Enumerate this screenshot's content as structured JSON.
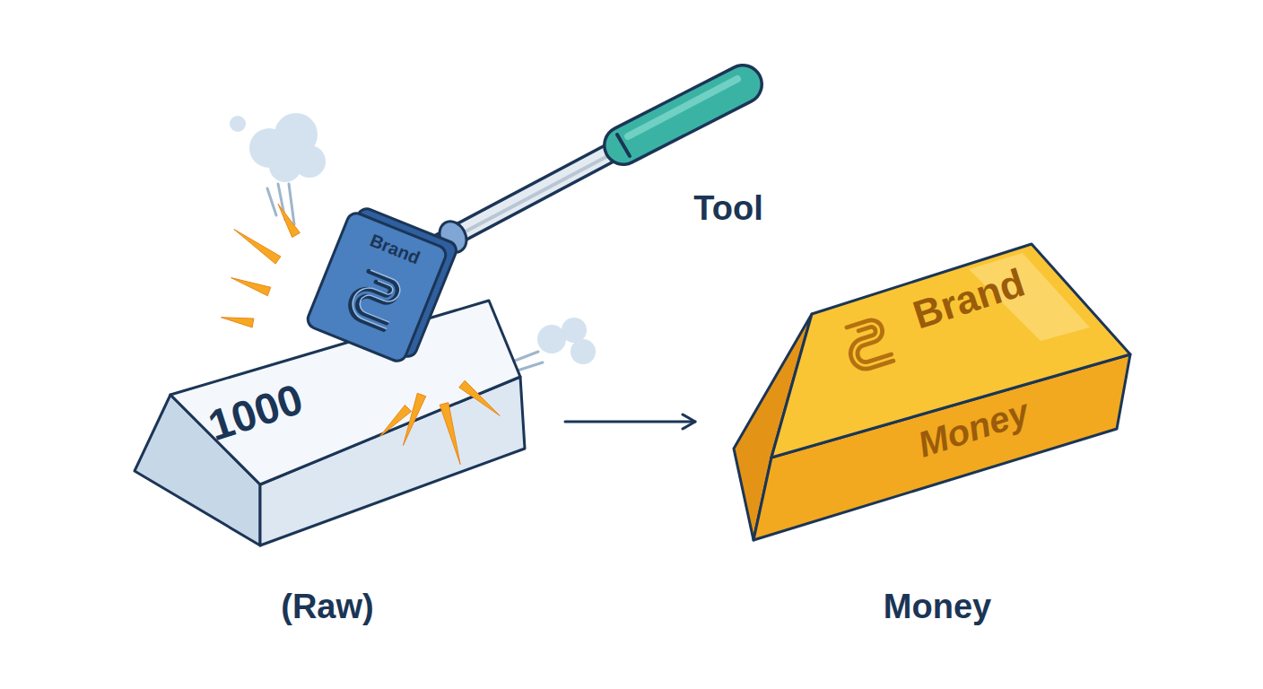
{
  "diagram": {
    "nodes": [
      {
        "text": [
          "1000"
        ]
      },
      {
        "text": [
          "Brand"
        ]
      },
      {
        "text": [
          "Brand",
          "Money"
        ]
      }
    ],
    "edges": [
      {
        "from": 0,
        "to": 2,
        "arrow": "to"
      }
    ],
    "labels": [
      "Tool",
      "(Raw)",
      "Money"
    ]
  }
}
